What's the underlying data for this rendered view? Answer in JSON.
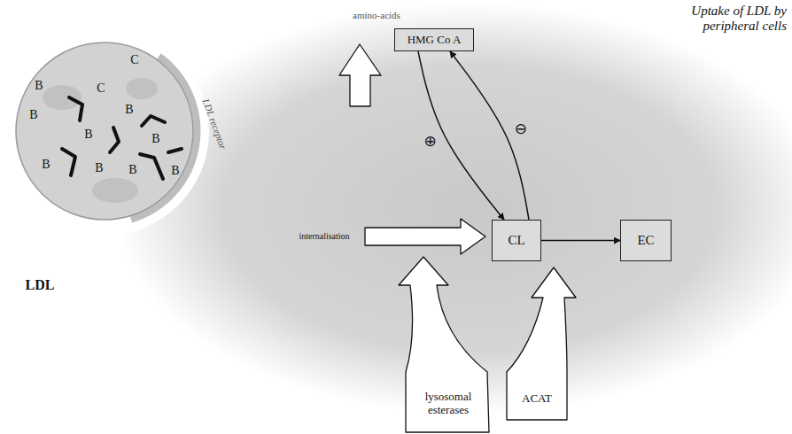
{
  "diagram": {
    "title": "Uptake of LDL by peripheral cells",
    "nodes": [
      {
        "text": [
          "HMG Co A"
        ]
      },
      {
        "text": [
          "CL"
        ]
      },
      {
        "text": [
          "EC"
        ]
      }
    ],
    "edges": [
      {
        "from": 0,
        "to": 1,
        "label": "⊕",
        "arrow": "to"
      },
      {
        "from": 1,
        "to": 0,
        "label": "⊖",
        "arrow": "to"
      },
      {
        "from": 1,
        "to": 2,
        "arrow": "to"
      }
    ],
    "labels": [
      "amino-acids",
      "LDL receptor",
      "internalisation",
      "lysosomal esterases",
      "ACAT",
      "LDL",
      "C",
      "B",
      "C",
      "B",
      "B",
      "B",
      "B",
      "B",
      "B",
      "B",
      "B"
    ]
  }
}
